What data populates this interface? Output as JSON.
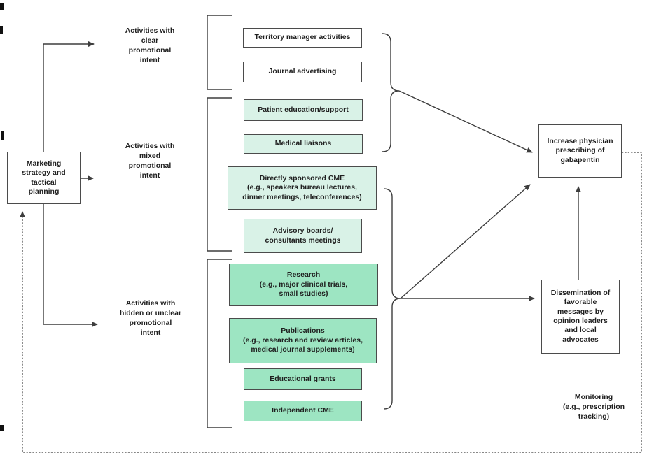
{
  "colors": {
    "box_border": "#4b4b4b",
    "arrow": "#3d3d3d",
    "tint_none": "#ffffff",
    "tint_light": "#d9f2e7",
    "tint_medium": "#9de5c2"
  },
  "diagram": {
    "source": {
      "label": "Marketing\nstrategy and\ntactical\nplanning"
    },
    "categories": [
      {
        "id": "clear",
        "label": "Activities with\nclear\npromotional\nintent"
      },
      {
        "id": "mixed",
        "label": "Activities with\nmixed\npromotional\nintent"
      },
      {
        "id": "hidden",
        "label": "Activities with\nhidden or unclear\npromotional\nintent"
      }
    ],
    "activities": [
      {
        "label": "Territory manager activities",
        "tint": "none"
      },
      {
        "label": "Journal advertising",
        "tint": "none"
      },
      {
        "label": "Patient education/support",
        "tint": "light"
      },
      {
        "label": "Medical liaisons",
        "tint": "light"
      },
      {
        "label": "Directly sponsored CME\n(e.g., speakers bureau lectures,\ndinner meetings, teleconferences)",
        "tint": "light"
      },
      {
        "label": "Advisory boards/\nconsultants meetings",
        "tint": "light"
      },
      {
        "label": "Research\n(e.g., major clinical trials,\nsmall studies)",
        "tint": "medium"
      },
      {
        "label": "Publications\n(e.g., research and review articles,\nmedical journal supplements)",
        "tint": "medium"
      },
      {
        "label": "Educational grants",
        "tint": "medium"
      },
      {
        "label": "Independent CME",
        "tint": "medium"
      }
    ],
    "outcomes": [
      {
        "label": "Increase physician\nprescribing of\ngabapentin"
      },
      {
        "label": "Dissemination of\nfavorable\nmessages by\nopinion leaders\nand local\nadvocates"
      }
    ],
    "monitoring": {
      "label": "Monitoring\n(e.g., prescription\ntracking)"
    }
  }
}
